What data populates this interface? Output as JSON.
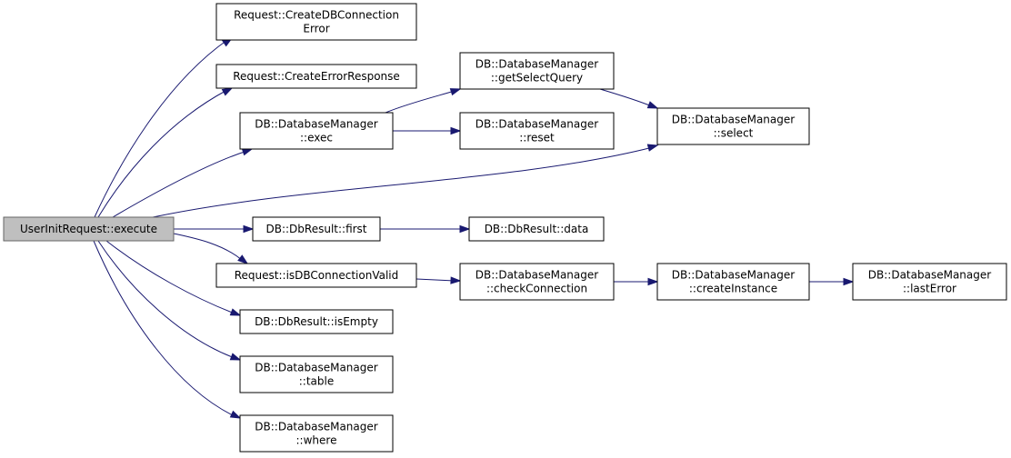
{
  "colors": {
    "edge": "#191970",
    "root_fill": "#bfbfbf",
    "node_fill": "#ffffff"
  },
  "nodes": {
    "root": [
      "UserInitRequest::execute"
    ],
    "create_db_err": [
      "Request::CreateDBConnection",
      "Error"
    ],
    "create_err_resp": [
      "Request::CreateErrorResponse"
    ],
    "exec": [
      "DB::DatabaseManager",
      "::exec"
    ],
    "get_select_query": [
      "DB::DatabaseManager",
      "::getSelectQuery"
    ],
    "reset": [
      "DB::DatabaseManager",
      "::reset"
    ],
    "select": [
      "DB::DatabaseManager",
      "::select"
    ],
    "first": [
      "DB::DbResult::first"
    ],
    "data": [
      "DB::DbResult::data"
    ],
    "is_db_valid": [
      "Request::isDBConnectionValid"
    ],
    "check_conn": [
      "DB::DatabaseManager",
      "::checkConnection"
    ],
    "create_instance": [
      "DB::DatabaseManager",
      "::createInstance"
    ],
    "last_error": [
      "DB::DatabaseManager",
      "::lastError"
    ],
    "is_empty": [
      "DB::DbResult::isEmpty"
    ],
    "table": [
      "DB::DatabaseManager",
      "::table"
    ],
    "where": [
      "DB::DatabaseManager",
      "::where"
    ]
  },
  "edges": [
    [
      "root",
      "create_db_err"
    ],
    [
      "root",
      "create_err_resp"
    ],
    [
      "root",
      "exec"
    ],
    [
      "root",
      "select"
    ],
    [
      "root",
      "first"
    ],
    [
      "root",
      "is_db_valid"
    ],
    [
      "root",
      "is_empty"
    ],
    [
      "root",
      "table"
    ],
    [
      "root",
      "where"
    ],
    [
      "exec",
      "get_select_query"
    ],
    [
      "exec",
      "reset"
    ],
    [
      "get_select_query",
      "select"
    ],
    [
      "first",
      "data"
    ],
    [
      "is_db_valid",
      "check_conn"
    ],
    [
      "check_conn",
      "create_instance"
    ],
    [
      "create_instance",
      "last_error"
    ]
  ]
}
